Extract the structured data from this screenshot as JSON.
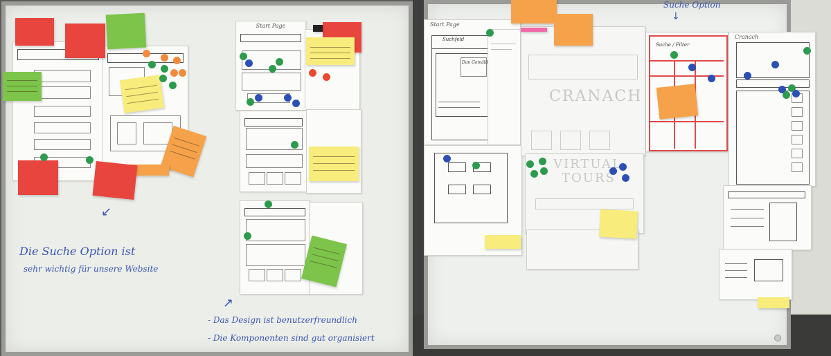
{
  "boards": {
    "left": {
      "note_search": "Die Suche Option ist",
      "note_search_2": "sehr wichtig für unsere Website",
      "note_design": "- Das Design ist benutzerfreundlich",
      "note_components": "- Die Komponenten sind gut organisiert",
      "sheet_title": "Start Page"
    },
    "right": {
      "sheet_title": "Start Page",
      "top_note": "Suche Option",
      "grid_title": "Cranach",
      "big_word_1": "CRANACH",
      "big_word_2": "VIRTUAL",
      "big_word_3": "TOURS",
      "wire_label_1": "Dan Gemälde",
      "wire_label_2": "Suchfeld",
      "wire_label_3": "Suche / Filter"
    }
  },
  "colors": {
    "sticky_red": "#e8453f",
    "sticky_green": "#7cc44a",
    "sticky_yellow": "#f7ec7c",
    "sticky_orange": "#f5a24a",
    "dot_green": "#2d9b4e",
    "dot_blue": "#2b4fb5",
    "dot_red": "#ea4a2f",
    "marker_blue": "#3a55b0"
  }
}
